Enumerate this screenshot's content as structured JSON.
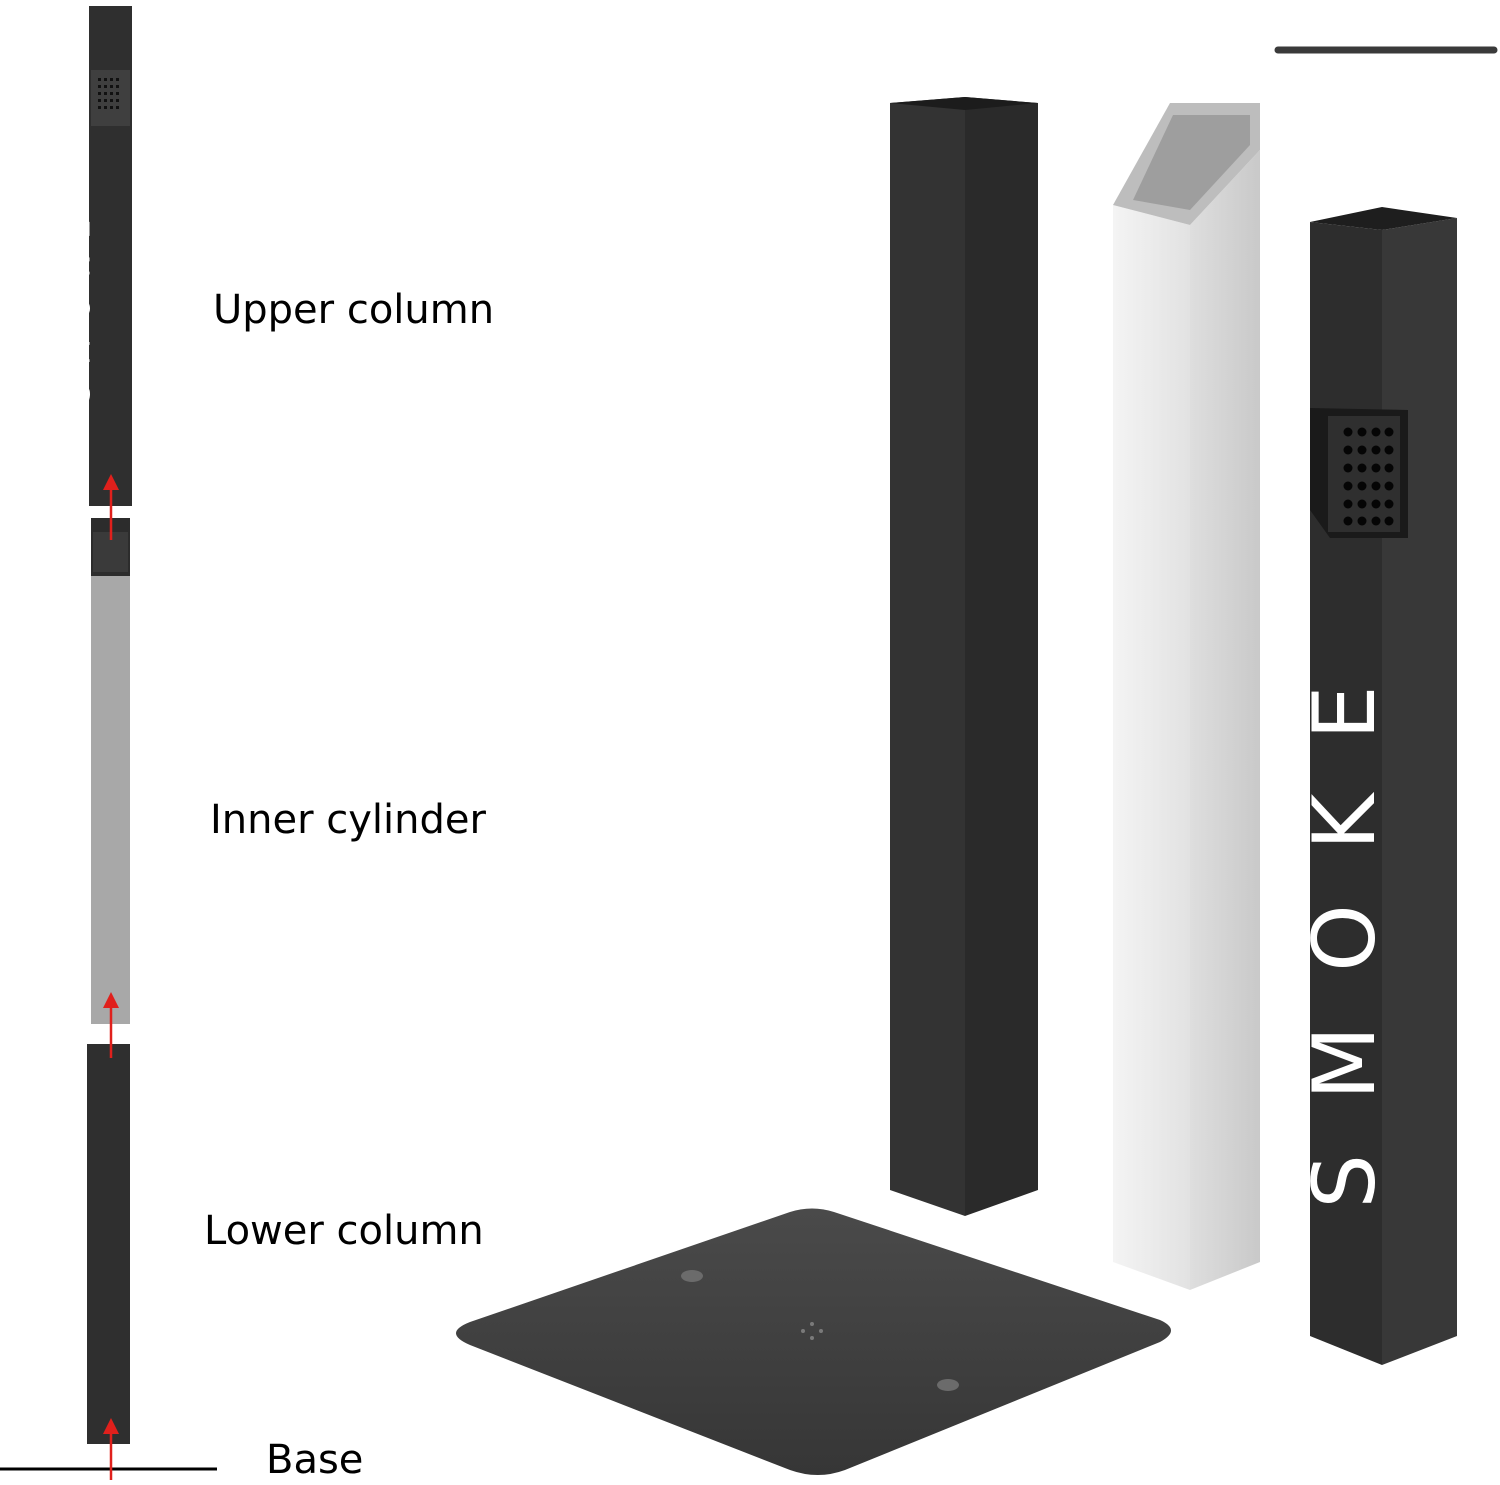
{
  "labels": {
    "upper_column": "Upper column",
    "inner_cylinder": "Inner cylinder",
    "lower_column": "Lower column",
    "base": "Base"
  },
  "brand_text": "SMOKE",
  "colors": {
    "column_dark": "#2f2f2f",
    "column_side": "#3a3a3a",
    "inner_cylinder": "#a8a8a8",
    "inner_light": "#f0f0f0",
    "base_plate": "#3c3c3c",
    "arrow": "#e0201c",
    "line": "#000000"
  }
}
